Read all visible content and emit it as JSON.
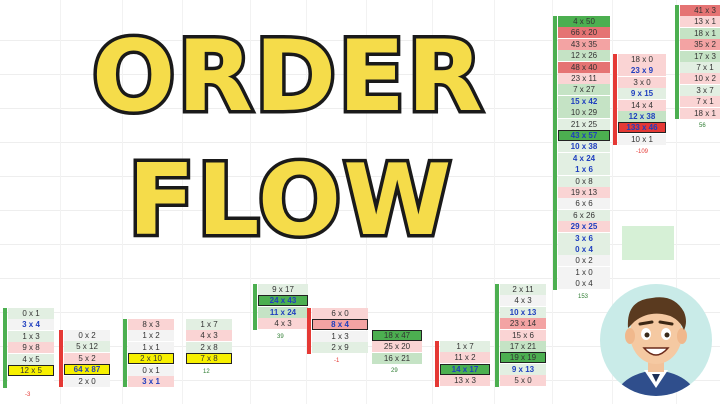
{
  "title": {
    "line1": "ORDER",
    "line2": "FLOW"
  },
  "colors": {
    "title_fill": "#f5dc4a",
    "title_stroke": "#1a1a1a",
    "bid_green": "#4caf50",
    "ask_red": "#e53935",
    "poc_yellow": "#f7f000"
  },
  "footprint": {
    "columns": [
      {
        "cells": [
          {
            "text": "0 x 1",
            "bg": "#e2efe2"
          },
          {
            "text": "3 x 4",
            "bg": "#f3f3f3",
            "b": true
          },
          {
            "text": "1 x 3",
            "bg": "#e2efe2"
          },
          {
            "text": "9 x 8",
            "bg": "#fad4d4"
          },
          {
            "text": "4 x 5",
            "bg": "#e2efe2"
          },
          {
            "text": "12 x 5",
            "bg": "#f7f000",
            "border": true
          },
          {
            "text": "",
            "bg": "#ffffff"
          }
        ],
        "delta": "-3",
        "delta_color": "#e53935",
        "bar": "green"
      },
      {
        "cells": [
          {
            "text": "0 x 2",
            "bg": "#f3f3f3"
          },
          {
            "text": "5 x 12",
            "bg": "#e2efe2"
          },
          {
            "text": "5 x 2",
            "bg": "#fad4d4"
          },
          {
            "text": "64 x 87",
            "bg": "#f7f000",
            "border": true,
            "b": true
          },
          {
            "text": "2 x 0",
            "bg": "#f3f3f3"
          }
        ],
        "delta": "",
        "delta_color": "#e53935",
        "bar": "red"
      },
      {
        "cells": [
          {
            "text": "8 x 3",
            "bg": "#fad4d4"
          },
          {
            "text": "1 x 2",
            "bg": "#f3f3f3"
          },
          {
            "text": "1 x 1",
            "bg": "#f3f3f3"
          },
          {
            "text": "2 x 10",
            "bg": "#f7f000",
            "border": true
          },
          {
            "text": "0 x 1",
            "bg": "#f3f3f3"
          },
          {
            "text": "3 x 1",
            "bg": "#fad4d4",
            "b": true
          }
        ],
        "delta": "",
        "delta_color": "#e53935",
        "bar": "green"
      },
      {
        "cells": [
          {
            "text": "1 x 7",
            "bg": "#e2efe2"
          },
          {
            "text": "4 x 3",
            "bg": "#fad4d4"
          },
          {
            "text": "2 x 8",
            "bg": "#e2efe2"
          },
          {
            "text": "7 x 8",
            "bg": "#f7f000",
            "border": true
          }
        ],
        "delta": "12",
        "delta_color": "#2e7d32",
        "bar": "none"
      },
      {
        "cells": [
          {
            "text": "9 x 17",
            "bg": "#e2efe2"
          },
          {
            "text": "24 x 43",
            "bg": "#4caf50",
            "border": true,
            "b": true
          },
          {
            "text": "11 x 24",
            "bg": "#c5e3c5",
            "b": true
          },
          {
            "text": "4 x 3",
            "bg": "#fad4d4"
          }
        ],
        "delta": "39",
        "delta_color": "#2e7d32",
        "bar": "green"
      },
      {
        "cells": [
          {
            "text": "6 x 0",
            "bg": "#fad4d4"
          },
          {
            "text": "8 x 4",
            "bg": "#f3a3a3",
            "border": true,
            "b": true
          },
          {
            "text": "1 x 3",
            "bg": "#f3f3f3"
          },
          {
            "text": "2 x 9",
            "bg": "#e2efe2"
          }
        ],
        "delta": "-1",
        "delta_color": "#e53935",
        "bar": "red"
      },
      {
        "cells": [
          {
            "text": "18 x 47",
            "bg": "#4caf50",
            "border": true
          },
          {
            "text": "25 x 20",
            "bg": "#fad4d4"
          },
          {
            "text": "16 x 21",
            "bg": "#c5e3c5"
          }
        ],
        "delta": "29",
        "delta_color": "#2e7d32",
        "bar": "none"
      },
      {
        "cells": [
          {
            "text": "1 x 7",
            "bg": "#e2efe2"
          },
          {
            "text": "11 x 2",
            "bg": "#fad4d4"
          },
          {
            "text": "14 x 17",
            "bg": "#4caf50",
            "border": true,
            "b": true
          },
          {
            "text": "13 x 3",
            "bg": "#fad4d4"
          }
        ],
        "delta": "",
        "delta_color": "#e53935",
        "bar": "red"
      },
      {
        "cells": [
          {
            "text": "2 x 11",
            "bg": "#e2efe2"
          },
          {
            "text": "4 x 3",
            "bg": "#f3f3f3"
          },
          {
            "text": "10 x 13",
            "bg": "#e2efe2",
            "b": true
          },
          {
            "text": "23 x 14",
            "bg": "#f3a3a3"
          },
          {
            "text": "15 x 6",
            "bg": "#fad4d4"
          },
          {
            "text": "17 x 21",
            "bg": "#c5e3c5"
          },
          {
            "text": "19 x 19",
            "bg": "#4caf50",
            "border": true
          },
          {
            "text": "9 x 13",
            "bg": "#e2efe2",
            "b": true
          },
          {
            "text": "5 x 0",
            "bg": "#fad4d4"
          }
        ],
        "delta": "",
        "delta_color": "#e53935",
        "bar": "green"
      },
      {
        "cells": [
          {
            "text": "4 x 50",
            "bg": "#4caf50"
          },
          {
            "text": "66 x 20",
            "bg": "#e57373"
          },
          {
            "text": "43 x 35",
            "bg": "#f3a3a3"
          },
          {
            "text": "12 x 26",
            "bg": "#c5e3c5"
          },
          {
            "text": "48 x 40",
            "bg": "#e57373"
          },
          {
            "text": "23 x 11",
            "bg": "#fad4d4"
          },
          {
            "text": "7 x 27",
            "bg": "#c5e3c5"
          },
          {
            "text": "15 x 42",
            "bg": "#c5e3c5",
            "b": true
          },
          {
            "text": "10 x 29",
            "bg": "#c5e3c5"
          },
          {
            "text": "21 x 25",
            "bg": "#e2efe2"
          },
          {
            "text": "43 x 57",
            "bg": "#4caf50",
            "border": true,
            "b": true
          },
          {
            "text": "10 x 38",
            "bg": "#e2efe2",
            "b": true
          },
          {
            "text": "4 x 24",
            "bg": "#e2efe2",
            "b": true
          },
          {
            "text": "1 x 6",
            "bg": "#e2efe2",
            "b": true
          },
          {
            "text": "0 x 8",
            "bg": "#e2efe2"
          },
          {
            "text": "19 x 13",
            "bg": "#fad4d4"
          },
          {
            "text": "6 x 6",
            "bg": "#f3f3f3"
          },
          {
            "text": "6 x 26",
            "bg": "#e2efe2"
          },
          {
            "text": "29 x 25",
            "bg": "#fad4d4",
            "b": true
          },
          {
            "text": "3 x 6",
            "bg": "#e2efe2",
            "b": true
          },
          {
            "text": "0 x 4",
            "bg": "#e2efe2",
            "b": true
          },
          {
            "text": "0 x 2",
            "bg": "#f3f3f3"
          },
          {
            "text": "1 x 0",
            "bg": "#f3f3f3"
          },
          {
            "text": "0 x 4",
            "bg": "#f3f3f3"
          }
        ],
        "delta": "153",
        "delta_color": "#2e7d32",
        "bar": "green"
      },
      {
        "cells": [
          {
            "text": "18 x 0",
            "bg": "#fad4d4"
          },
          {
            "text": "23 x 9",
            "bg": "#fad4d4",
            "b": true
          },
          {
            "text": "3 x 0",
            "bg": "#fad4d4"
          },
          {
            "text": "9 x 15",
            "bg": "#e2efe2",
            "b": true
          },
          {
            "text": "14 x 4",
            "bg": "#fad4d4"
          },
          {
            "text": "12 x 38",
            "bg": "#c5e3c5",
            "b": true
          },
          {
            "text": "133 x 46",
            "bg": "#e53935",
            "border": true,
            "b": true
          },
          {
            "text": "10 x 1",
            "bg": "#f3f3f3"
          }
        ],
        "delta": "-109",
        "delta_color": "#e53935",
        "bar": "red"
      },
      {
        "cells": [
          {
            "text": "41 x 3",
            "bg": "#e57373"
          },
          {
            "text": "13 x 1",
            "bg": "#fad4d4"
          },
          {
            "text": "18 x 1",
            "bg": "#c5e3c5"
          },
          {
            "text": "35 x 2",
            "bg": "#f3a3a3"
          },
          {
            "text": "17 x 3",
            "bg": "#c5e3c5"
          },
          {
            "text": "7 x 1",
            "bg": "#e2efe2"
          },
          {
            "text": "10 x 2",
            "bg": "#fad4d4"
          },
          {
            "text": "3 x 7",
            "bg": "#e2efe2"
          },
          {
            "text": "7 x 1",
            "bg": "#fad4d4"
          },
          {
            "text": "18 x 1",
            "bg": "#fad4d4"
          }
        ],
        "delta": "56",
        "delta_color": "#2e7d32",
        "bar": "green"
      }
    ]
  }
}
